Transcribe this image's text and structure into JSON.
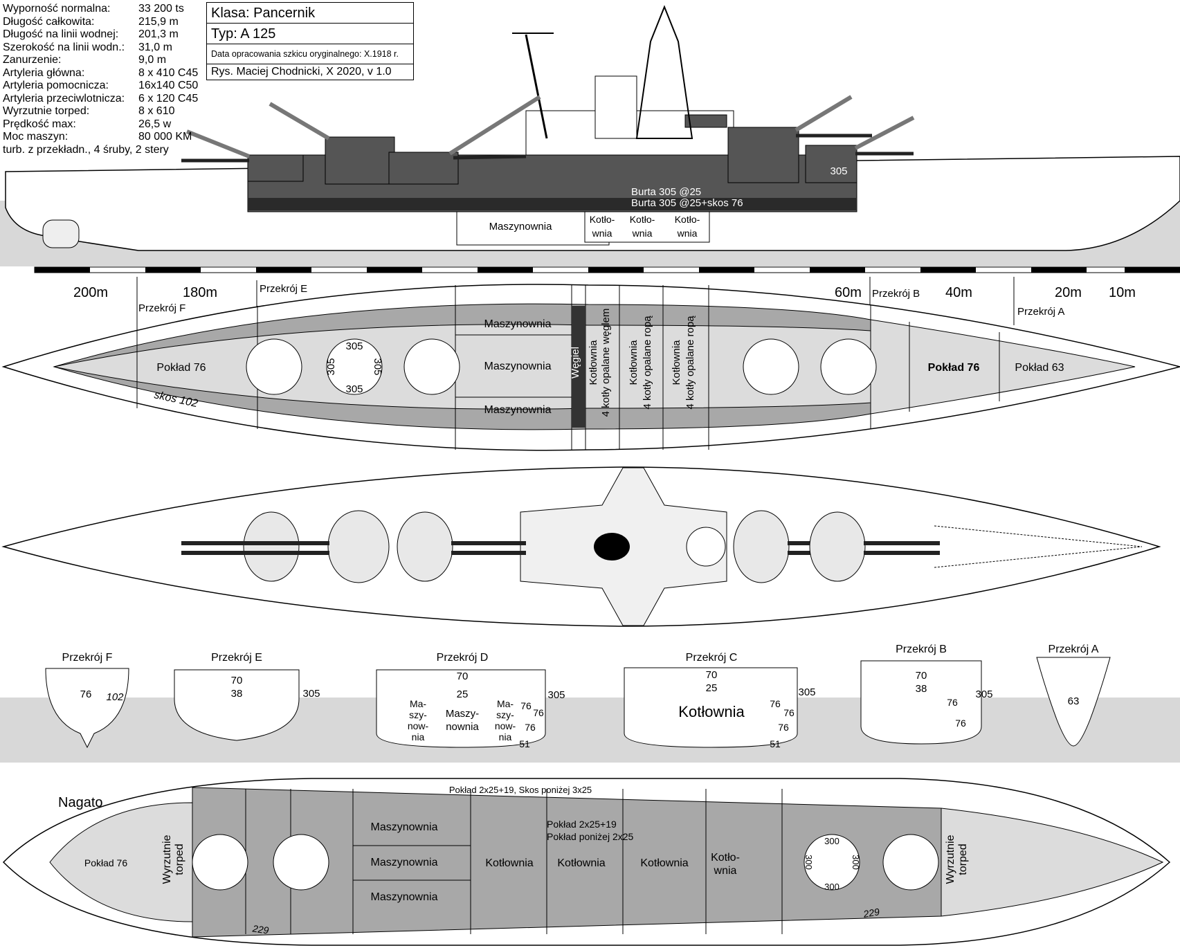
{
  "specs": [
    {
      "label": "Wyporność normalna:",
      "value": "33 200 ts"
    },
    {
      "label": "Długość całkowita:",
      "value": "215,9 m"
    },
    {
      "label": "Długość na linii wodnej:",
      "value": "201,3 m"
    },
    {
      "label": "Szerokość na linii wodn.:",
      "value": "31,0 m"
    },
    {
      "label": "Zanurzenie:",
      "value": "9,0 m"
    },
    {
      "label": "Artyleria główna:",
      "value": "8 x 410 C45"
    },
    {
      "label": "Artyleria pomocnicza:",
      "value": "16x140 C50"
    },
    {
      "label": "Artyleria przeciwlotnicza:",
      "value": "6 x 120 C45"
    },
    {
      "label": "Wyrzutnie torped:",
      "value": "8 x 610"
    },
    {
      "label": "Prędkość max:",
      "value": "26,5 w"
    },
    {
      "label": "Moc maszyn:",
      "value": "80 000 KM"
    }
  ],
  "specs_note": "turb. z przekładn., 4 śruby, 2 stery",
  "title_block": {
    "klasa": "Klasa: Pancernik",
    "typ": "Typ: A 125",
    "data": "Data opracowania szkicu oryginalnego: X.1918 r.",
    "autor": "Rys. Maciej Chodnicki, X 2020, v 1.0"
  },
  "profile": {
    "turret_armor": "305",
    "belt_upper": "Burta 305 @25",
    "belt_lower": "Burta 305 @25+skos 76",
    "spaces": [
      "Maszynownia",
      "Kotło-",
      "wnia",
      "Kotło-",
      "wnia",
      "Kotło-",
      "wnia"
    ]
  },
  "scale": {
    "labels": [
      "200m",
      "180m",
      "60m",
      "40m",
      "20m",
      "10m"
    ],
    "sections": [
      "Przekrój F",
      "Przekrój E",
      "Przekrój B",
      "Przekrój A"
    ]
  },
  "armor_plan": {
    "deck_fwd": "Pokład 76",
    "slope": "skos 102",
    "barbette": "305",
    "machinery": [
      "Maszynownia",
      "Maszynownia",
      "Maszynownia"
    ],
    "coal": "Węgiel",
    "boiler1": [
      "Kotłownia",
      "4 kotły opalane węglem"
    ],
    "boiler2": [
      "Kotłownia",
      "4 kotły opalane ropą"
    ],
    "boiler3": [
      "Kotłownia",
      "4 kotły opalane ropą"
    ],
    "deck_aft1": "Pokład 76",
    "deck_aft2": "Pokład 63"
  },
  "cross_sections": [
    {
      "title": "Przekrój F",
      "labels": [
        "76",
        "102"
      ]
    },
    {
      "title": "Przekrój E",
      "labels": [
        "70",
        "38",
        "305"
      ]
    },
    {
      "title": "Przekrój D",
      "labels": [
        "70",
        "25",
        "305",
        "Ma-",
        "szy-",
        "now-",
        "nia",
        "Maszy-",
        "nownia",
        "Ma-",
        "szy-",
        "now-",
        "nia",
        "76",
        "76",
        "76",
        "51"
      ]
    },
    {
      "title": "Przekrój C",
      "labels": [
        "70",
        "25",
        "305",
        "Kotłownia",
        "76",
        "76",
        "76",
        "51"
      ]
    },
    {
      "title": "Przekrój B",
      "labels": [
        "70",
        "38",
        "305",
        "76",
        "76"
      ]
    },
    {
      "title": "Przekrój A",
      "labels": [
        "63"
      ]
    }
  ],
  "nagato": {
    "name": "Nagato",
    "deck_top": "Pokład 2x25+19, Skos poniżej 3x25",
    "deck_fwd": "Pokład 76",
    "torpedoes": [
      "Wyrzutnie",
      "torped"
    ],
    "machinery": [
      "Maszynownia",
      "Maszynownia",
      "Maszynownia"
    ],
    "deck_mid": [
      "Pokład 2x25+19",
      "Pokład poniżej 2x25"
    ],
    "boilers": [
      "Kotłownia",
      "Kotłownia",
      "Kotłownia",
      "Kotło-",
      "wnia"
    ],
    "barbette": "300",
    "belt": "229"
  },
  "colors": {
    "deck_light": "#dcdcdc",
    "armor_mid": "#a8a8a8",
    "armor_dark": "#555555",
    "belt_dark": "#2a2a2a",
    "sea": "#d8d8d8"
  }
}
